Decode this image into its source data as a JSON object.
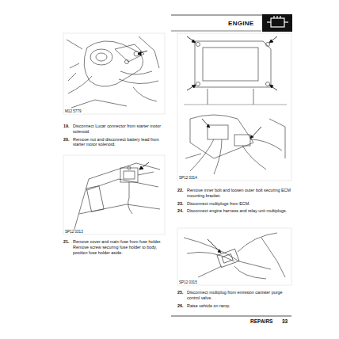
{
  "diagram": {
    "labels": [
      "ENGINE",
      "M12 5779",
      "19.",
      "Disconnect Lucar connector from starter motor solenoid.",
      "20.",
      "Remove nut and disconnect battery lead from starter motor solenoid.",
      "SP12 0313",
      "21.",
      "Remove cover and main fuse from fuse holder. Remove screw securing fuse holder to body, position fuse holder aside.",
      "SP12 0314",
      "22.",
      "Remove inner bolt and loosen outer bolt securing ECM mounting bracket.",
      "23.",
      "Disconnect multiplugs from ECM.",
      "24.",
      "Disconnect engine harness and relay unit multiplugs.",
      "SP12 0315",
      "25.",
      "Disconnect multiplug from emission canister purge control valve.",
      "26.",
      "Raise vehicle on ramp.",
      "REPAIRS",
      "33"
    ]
  }
}
